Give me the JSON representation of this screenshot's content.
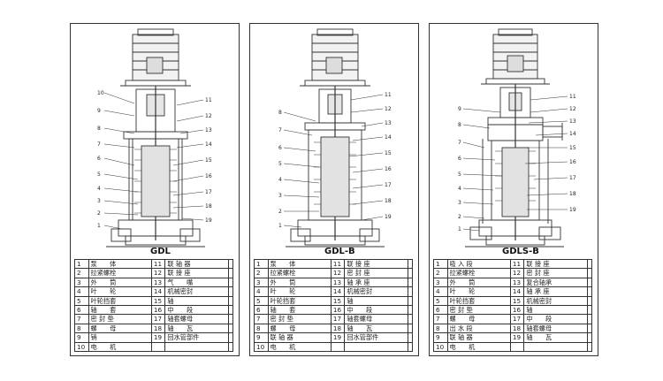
{
  "panels": [
    {
      "id": "gdl",
      "caption": "GDL",
      "callouts_left": [
        "10",
        "9",
        "8",
        "7",
        "6",
        "5",
        "4",
        "3",
        "2",
        "1"
      ],
      "callouts_right": [
        "11",
        "12",
        "13",
        "14",
        "15",
        "16",
        "17",
        "18",
        "19"
      ],
      "parts": [
        {
          "n": "1",
          "name": "泵　　体",
          "n2": "11",
          "name2": "联 轴 器"
        },
        {
          "n": "2",
          "name": "拉紧螺栓",
          "n2": "12",
          "name2": "联 接 座"
        },
        {
          "n": "3",
          "name": "外　　筒",
          "n2": "13",
          "name2": "气　　嘴"
        },
        {
          "n": "4",
          "name": "叶　　轮",
          "n2": "14",
          "name2": "机械密封"
        },
        {
          "n": "5",
          "name": "叶轮挡套",
          "n2": "15",
          "name2": "轴"
        },
        {
          "n": "6",
          "name": "轴　　套",
          "n2": "16",
          "name2": "中　　段"
        },
        {
          "n": "7",
          "name": "密 封 垫",
          "n2": "17",
          "name2": "轴套螺母"
        },
        {
          "n": "8",
          "name": "螺　　母",
          "n2": "18",
          "name2": "轴　　瓦"
        },
        {
          "n": "9",
          "name": "销",
          "n2": "19",
          "name2": "回水管部件"
        },
        {
          "n": "10",
          "name": "电　　机",
          "n2": "",
          "name2": ""
        }
      ]
    },
    {
      "id": "gdl-b",
      "caption": "GDL-B",
      "callouts_left": [
        "8",
        "7",
        "6",
        "5",
        "4",
        "3",
        "2",
        "1"
      ],
      "callouts_right": [
        "11",
        "12",
        "13",
        "14",
        "15",
        "16",
        "17",
        "18",
        "19"
      ],
      "parts": [
        {
          "n": "1",
          "name": "泵　　体",
          "n2": "11",
          "name2": "联 接 座"
        },
        {
          "n": "2",
          "name": "拉紧螺栓",
          "n2": "12",
          "name2": "密 封 座"
        },
        {
          "n": "3",
          "name": "外　　筒",
          "n2": "13",
          "name2": "轴 承 座"
        },
        {
          "n": "4",
          "name": "叶　　轮",
          "n2": "14",
          "name2": "机械密封"
        },
        {
          "n": "5",
          "name": "叶轮挡套",
          "n2": "15",
          "name2": "轴"
        },
        {
          "n": "6",
          "name": "轴　　套",
          "n2": "16",
          "name2": "中　　段"
        },
        {
          "n": "7",
          "name": "密 封 垫",
          "n2": "17",
          "name2": "轴套螺母"
        },
        {
          "n": "8",
          "name": "螺　　母",
          "n2": "18",
          "name2": "轴　　瓦"
        },
        {
          "n": "9",
          "name": "联 轴 器",
          "n2": "19",
          "name2": "回水管部件"
        },
        {
          "n": "10",
          "name": "电　　机",
          "n2": "",
          "name2": ""
        }
      ]
    },
    {
      "id": "gdls-b",
      "caption": "GDLS-B",
      "callouts_left": [
        "9",
        "8",
        "7",
        "6",
        "5",
        "4",
        "3",
        "2",
        "1"
      ],
      "callouts_right": [
        "11",
        "12",
        "13",
        "14",
        "15",
        "16",
        "17",
        "18",
        "19"
      ],
      "parts": [
        {
          "n": "1",
          "name": "吸 入 段",
          "n2": "11",
          "name2": "联 接 座"
        },
        {
          "n": "2",
          "name": "拉紧螺栓",
          "n2": "12",
          "name2": "密 封 座"
        },
        {
          "n": "3",
          "name": "外　　筒",
          "n2": "13",
          "name2": "复合轴承"
        },
        {
          "n": "4",
          "name": "叶　　轮",
          "n2": "14",
          "name2": "轴 承 座"
        },
        {
          "n": "5",
          "name": "叶轮挡套",
          "n2": "15",
          "name2": "机械密封"
        },
        {
          "n": "6",
          "name": "密 封 垫",
          "n2": "16",
          "name2": "轴"
        },
        {
          "n": "7",
          "name": "螺　　母",
          "n2": "17",
          "name2": "中　　段"
        },
        {
          "n": "8",
          "name": "出 水 段",
          "n2": "18",
          "name2": "轴套螺母"
        },
        {
          "n": "9",
          "name": "联 轴 器",
          "n2": "19",
          "name2": "轴　　瓦"
        },
        {
          "n": "10",
          "name": "电　　机",
          "n2": "",
          "name2": ""
        }
      ]
    }
  ]
}
